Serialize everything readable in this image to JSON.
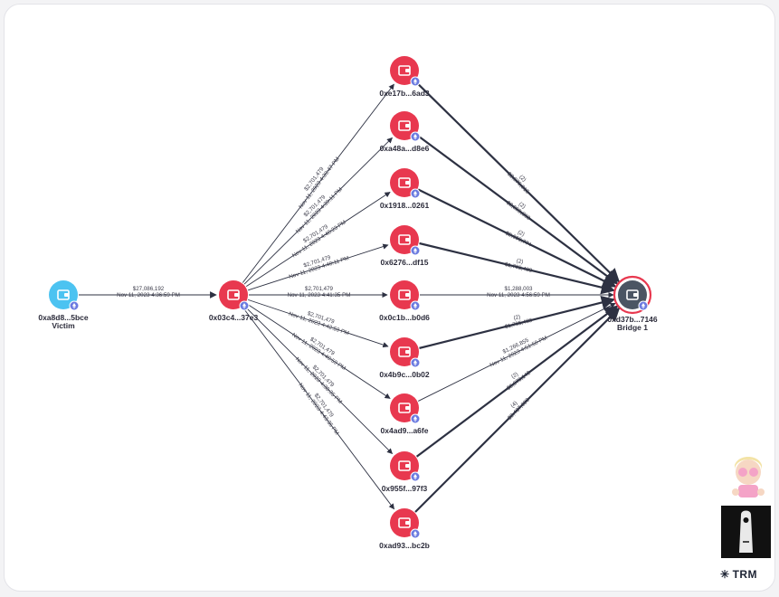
{
  "colors": {
    "risk_node": "#e8384f",
    "victim_node": "#4cc3f1",
    "bridge_node": "#4b5563",
    "eth_badge": "#6b7be0",
    "edge": "#2d3142"
  },
  "nodes": {
    "victim": {
      "label": "0xa8d8...5bce",
      "sub": "Victim",
      "icon": "wallet-icon"
    },
    "hub": {
      "label": "0x03c4...37e3",
      "icon": "wallet-icon"
    },
    "bridge": {
      "label": "0xd37b...7146",
      "sub": "Bridge 1",
      "icon": "wallet-icon"
    },
    "mid": [
      {
        "label": "0xe17b...6ad3"
      },
      {
        "label": "0xa48a...d8e6"
      },
      {
        "label": "0x1918...0261"
      },
      {
        "label": "0x6276...df15"
      },
      {
        "label": "0x0c1b...b0d6"
      },
      {
        "label": "0x4b9c...0b02"
      },
      {
        "label": "0x4ad9...a6fe"
      },
      {
        "label": "0x955f...97f3"
      },
      {
        "label": "0xad93...bc2b"
      }
    ]
  },
  "edges": {
    "victim_to_hub": {
      "amount": "$27,086,192",
      "time": "Nov 11, 2023 4:36:59 PM"
    },
    "hub_to_mid": [
      {
        "amount": "$2,701,479",
        "time": "Nov 11, 2023 4:39:47 PM"
      },
      {
        "amount": "$2,701,479",
        "time": "Nov 11, 2023 4:39:11 PM"
      },
      {
        "amount": "$2,701,479",
        "time": "Nov 11, 2023 4:40:23 PM"
      },
      {
        "amount": "$2,701,479",
        "time": "Nov 11, 2023 4:40:11 PM"
      },
      {
        "amount": "$2,701,479",
        "time": "Nov 11, 2023 4:41:35 PM"
      },
      {
        "amount": "$2,701,479",
        "time": "Nov 11, 2023 4:42:59 PM"
      },
      {
        "amount": "$2,701,479",
        "time": "Nov 11, 2023 4:40:59 PM"
      },
      {
        "amount": "$2,701,479",
        "time": "Nov 11, 2023 4:38:35 PM"
      },
      {
        "amount": "$2,701,479",
        "time": "Nov 11, 2023 4:43:35 PM"
      }
    ],
    "mid_to_bridge": [
      {
        "count": "(2)",
        "amount": "$2,576,915"
      },
      {
        "count": "(2)",
        "amount": "$2,559,863"
      },
      {
        "count": "(2)",
        "amount": "$2,608,774"
      },
      {
        "count": "(2)",
        "amount": "$1,705,488"
      },
      {
        "count": "",
        "amount": "$1,288,003",
        "time": "Nov 11, 2023 4:56:59 PM"
      },
      {
        "count": "(2)",
        "amount": "$1,705,488"
      },
      {
        "count": "",
        "amount": "$1,266,855",
        "time": "Nov 11, 2023 4:51:59 PM"
      },
      {
        "count": "(2)",
        "amount": "$2,670,142"
      },
      {
        "count": "(4)",
        "amount": "$2,487,980"
      }
    ]
  },
  "branding": {
    "logo": "TRM",
    "logo_icon": "snowflake-icon"
  }
}
